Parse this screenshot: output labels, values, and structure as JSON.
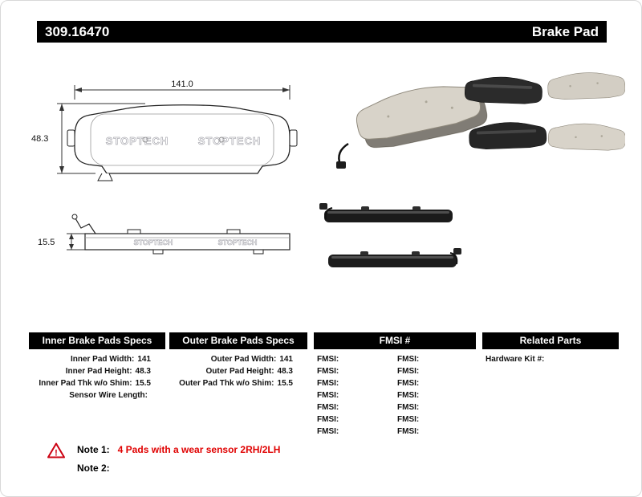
{
  "header": {
    "part_number": "309.16470",
    "product_type": "Brake Pad"
  },
  "drawing": {
    "dim_width": "141.0",
    "dim_height": "48.3",
    "dim_thickness": "15.5",
    "brand": "STOPTECH"
  },
  "tables": {
    "inner": {
      "title": "Inner Brake Pads Specs",
      "rows": [
        {
          "label": "Inner Pad Width:",
          "value": "141"
        },
        {
          "label": "Inner Pad Height:",
          "value": "48.3"
        },
        {
          "label": "Inner Pad Thk w/o Shim:",
          "value": "15.5"
        },
        {
          "label": "Sensor Wire Length:",
          "value": ""
        }
      ]
    },
    "outer": {
      "title": "Outer Brake Pads Specs",
      "rows": [
        {
          "label": "Outer Pad Width:",
          "value": "141"
        },
        {
          "label": "Outer Pad Height:",
          "value": "48.3"
        },
        {
          "label": "Outer Pad Thk w/o Shim:",
          "value": "15.5"
        }
      ]
    },
    "fmsi": {
      "title": "FMSI #",
      "rows_left": [
        "FMSI:",
        "FMSI:",
        "FMSI:",
        "FMSI:",
        "FMSI:",
        "FMSI:",
        "FMSI:"
      ],
      "rows_right": [
        "FMSI:",
        "FMSI:",
        "FMSI:",
        "FMSI:",
        "FMSI:",
        "FMSI:",
        "FMSI:"
      ]
    },
    "related": {
      "title": "Related Parts",
      "rows": [
        {
          "label": "Hardware Kit #:",
          "value": ""
        }
      ]
    }
  },
  "notes": {
    "warning_glyph": "!",
    "note1_label": "Note 1:",
    "note1_text": "4 Pads with a wear sensor 2RH/2LH",
    "note2_label": "Note 2:",
    "note2_text": ""
  },
  "colors": {
    "header_bg": "#000000",
    "note_red": "#e00000",
    "warning_red": "#cc0011"
  }
}
